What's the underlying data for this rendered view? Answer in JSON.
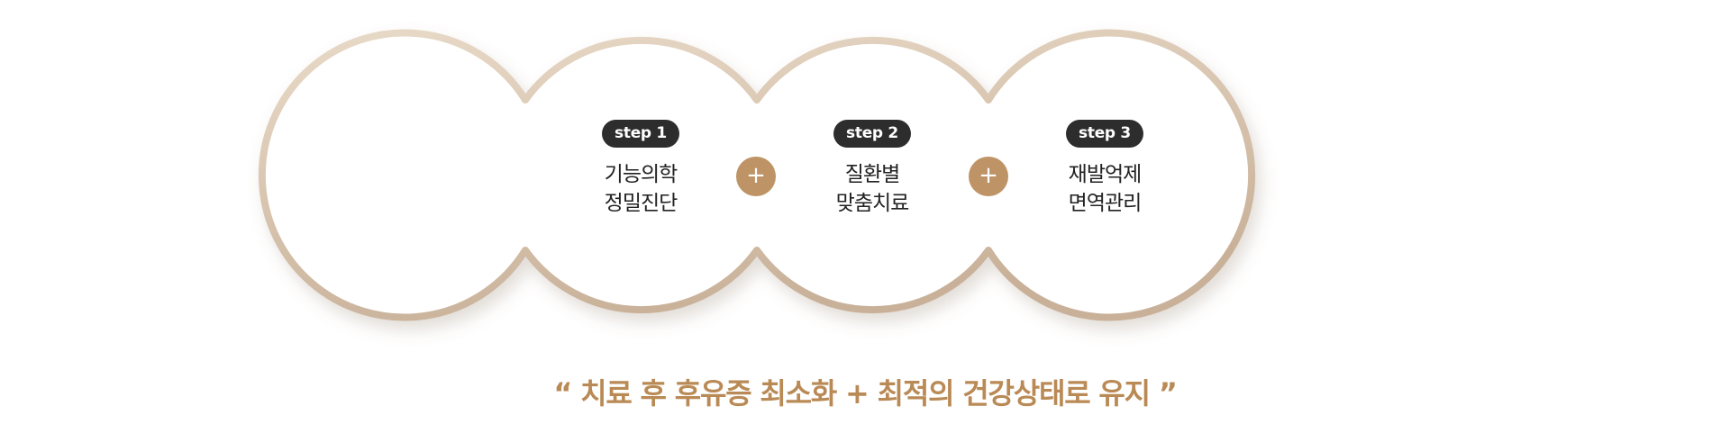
{
  "colors": {
    "ring_top": "#e5d6c3",
    "ring_bottom": "#cbb39b",
    "badge": "#2d2d2d",
    "plus": "#be9466",
    "tagline": "#b98a55"
  },
  "steps": [
    {
      "badge": "step 1",
      "line1": "기능의학",
      "line2": "정밀진단"
    },
    {
      "badge": "step 2",
      "line1": "질환별",
      "line2": "맞춤치료"
    },
    {
      "badge": "step 3",
      "line1": "재발억제",
      "line2": "면역관리"
    }
  ],
  "connectors": [
    {
      "symbol": "+"
    },
    {
      "symbol": "+"
    }
  ],
  "tagline": "“ 치료 후 후유증 최소화 + 최적의 건강상태로 유지 ”"
}
